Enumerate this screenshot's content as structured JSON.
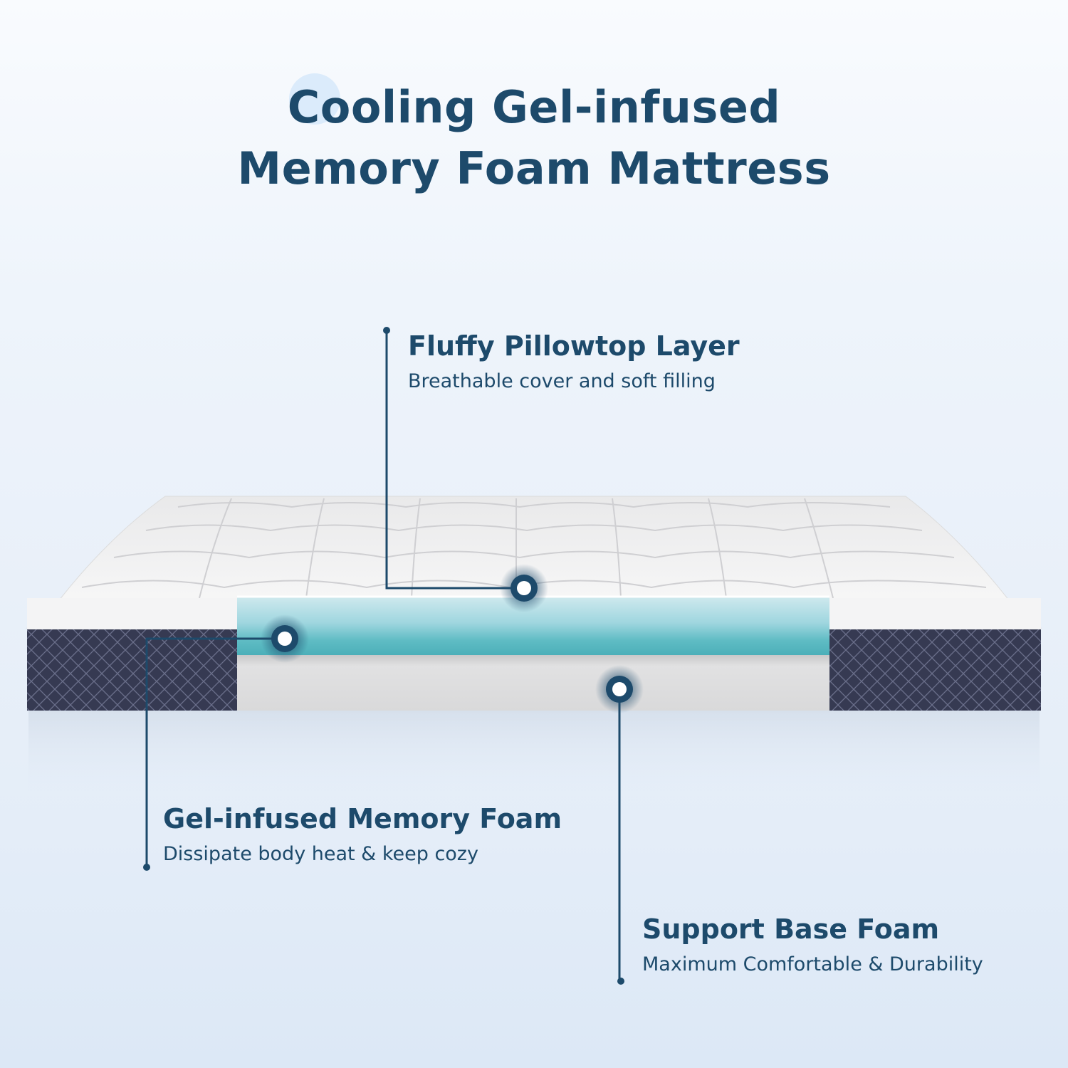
{
  "title": {
    "line1": "Cooling Gel-infused",
    "line2": "Memory Foam Mattress"
  },
  "layers": [
    {
      "heading": "Fluffy Pillowtop Layer",
      "description": "Breathable cover and soft filling"
    },
    {
      "heading": "Gel-infused Memory Foam",
      "description": "Dissipate body heat & keep cozy"
    },
    {
      "heading": "Support Base Foam",
      "description": "Maximum Comfortable & Durability"
    }
  ],
  "colors": {
    "text": "#1d4a6b",
    "gel_layer": "#67bfc7",
    "base_layer": "#dcdcdc",
    "side_fabric": "#3b3f55",
    "pillowtop": "#f1f1f1"
  }
}
